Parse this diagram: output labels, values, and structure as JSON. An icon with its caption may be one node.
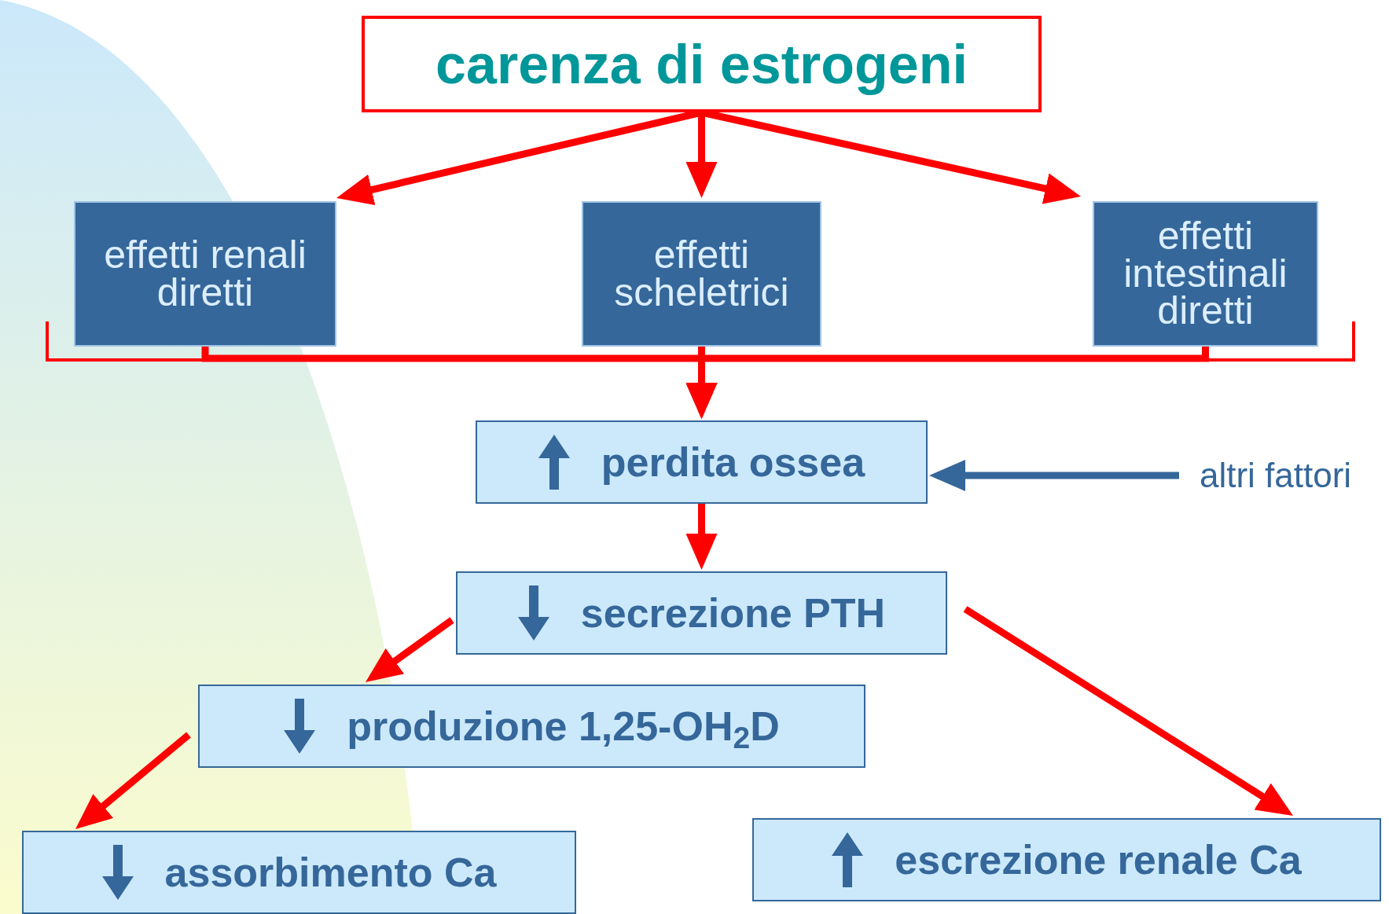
{
  "diagram": {
    "nodes": [
      {
        "text": [
          "carenza di estrogeni"
        ]
      },
      {
        "text": [
          "effetti renali diretti"
        ]
      },
      {
        "text": [
          "effetti scheletrici"
        ]
      },
      {
        "text": [
          "effetti intestinali diretti"
        ]
      },
      {
        "text": [
          "perdita ossea"
        ]
      },
      {
        "text": [
          "altri fattori"
        ]
      },
      {
        "text": [
          "secrezione PTH"
        ]
      },
      {
        "text": [
          "produzione 1,25-OH$_{2}$D"
        ]
      },
      {
        "text": [
          "assorbimento Ca"
        ]
      },
      {
        "text": [
          "escrezione renale Ca"
        ]
      }
    ],
    "edges": [
      {
        "from": 0,
        "to": 1,
        "arrow": "to"
      },
      {
        "from": 0,
        "to": 2,
        "arrow": "to"
      },
      {
        "from": 0,
        "to": 3,
        "arrow": "to"
      },
      {
        "from": 1,
        "to": 4,
        "arrow": "to"
      },
      {
        "from": 2,
        "to": 4,
        "arrow": "to"
      },
      {
        "from": 3,
        "to": 4,
        "arrow": "to"
      },
      {
        "from": 4,
        "to": 6,
        "arrow": "to"
      },
      {
        "from": 5,
        "to": 4,
        "arrow": "to",
        "color": "#35679a"
      },
      {
        "from": 6,
        "to": 7,
        "arrow": "to"
      },
      {
        "from": 7,
        "to": 8,
        "arrow": "to"
      },
      {
        "from": 6,
        "to": 9,
        "arrow": "to"
      }
    ]
  }
}
